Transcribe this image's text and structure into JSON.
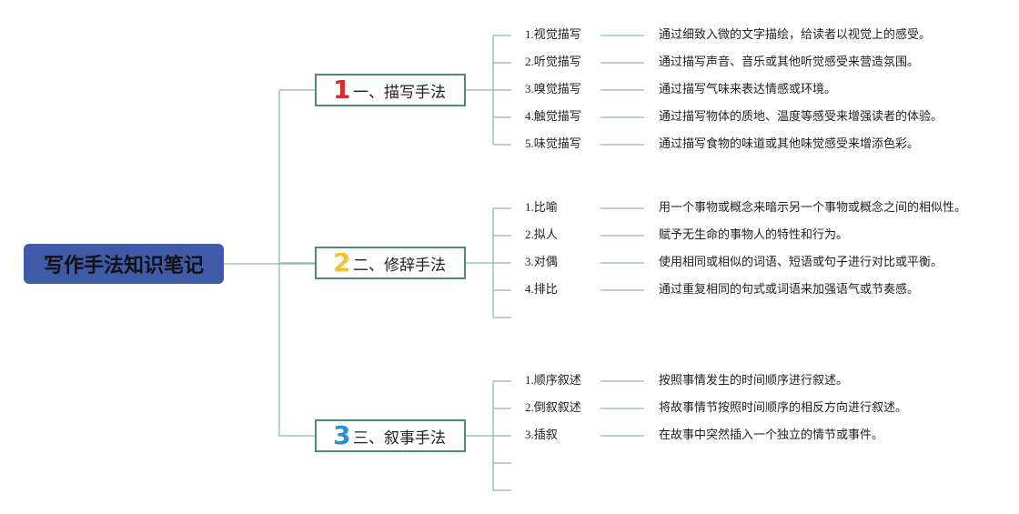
{
  "title": "写作手法知识笔记",
  "colors": {
    "root_bg": "#3f5aa6",
    "line": "#8fb8ac",
    "branch_border": "#4d8a7a"
  },
  "branches": [
    {
      "num": "1",
      "num_color": "#d92b2b",
      "label": "一、描写手法",
      "items": [
        {
          "label": "1.视觉描写",
          "desc": "通过细致入微的文字描绘，给读者以视觉上的感受。"
        },
        {
          "label": "2.听觉描写",
          "desc": "通过描写声音、音乐或其他听觉感受来营造氛围。"
        },
        {
          "label": "3.嗅觉描写",
          "desc": "通过描写气味来表达情感或环境。"
        },
        {
          "label": "4.触觉描写",
          "desc": "通过描写物体的质地、温度等感受来增强读者的体验。"
        },
        {
          "label": "5.味觉描写",
          "desc": "通过描写食物的味道或其他味觉感受来增添色彩。"
        }
      ],
      "empty_slots": 0
    },
    {
      "num": "2",
      "num_color": "#f2c230",
      "label": "二、修辞手法",
      "items": [
        {
          "label": "1.比喻",
          "desc": "用一个事物或概念来暗示另一个事物或概念之间的相似性。"
        },
        {
          "label": "2.拟人",
          "desc": "赋予无生命的事物人的特性和行为。"
        },
        {
          "label": "3.对偶",
          "desc": "使用相同或相似的词语、短语或句子进行对比或平衡。"
        },
        {
          "label": "4.排比",
          "desc": "通过重复相同的句式或词语来加强语气或节奏感。"
        }
      ],
      "empty_slots": 1
    },
    {
      "num": "3",
      "num_color": "#2a8fd4",
      "label": "三、叙事手法",
      "items": [
        {
          "label": "1.顺序叙述",
          "desc": "按照事情发生的时间顺序进行叙述。"
        },
        {
          "label": "2.倒叙叙述",
          "desc": "将故事情节按照时间顺序的相反方向进行叙述。"
        },
        {
          "label": "3.插叙",
          "desc": "在故事中突然插入一个独立的情节或事件。"
        }
      ],
      "empty_slots": 2
    }
  ]
}
